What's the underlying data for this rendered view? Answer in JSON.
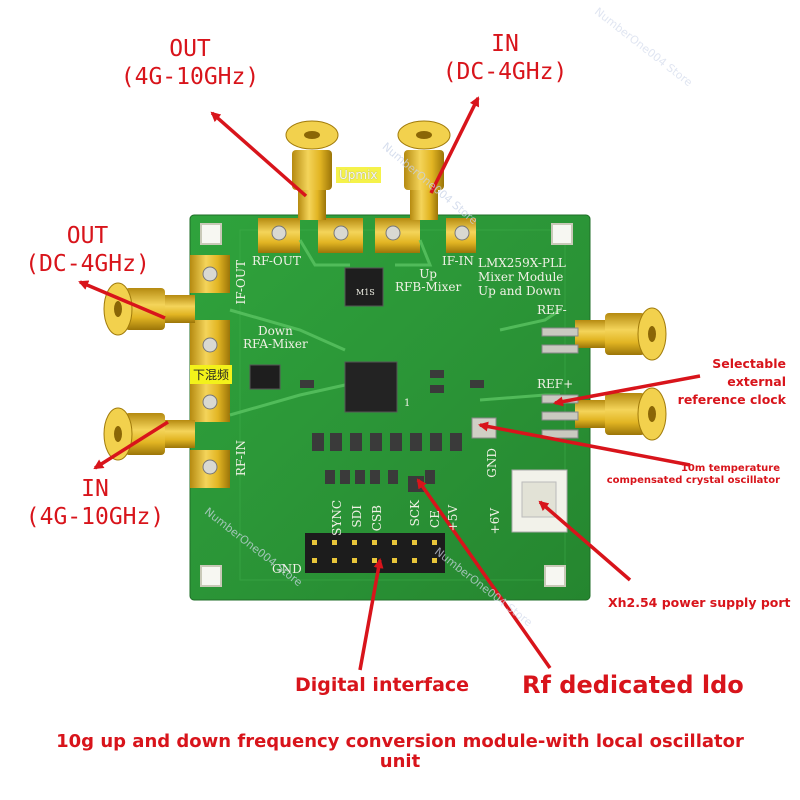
{
  "labels": {
    "out_high": [
      "OUT",
      "(4G-10GHz)"
    ],
    "in_low": [
      "IN",
      "(DC-4GHz)"
    ],
    "out_low": [
      "OUT",
      "(DC-4GHz)"
    ],
    "in_high": [
      "IN",
      "(4G-10GHz)"
    ],
    "ref_clock": [
      "Selectable",
      "external",
      "reference clock"
    ],
    "tcxo": [
      "10m temperature",
      "compensated crystal oscillator"
    ],
    "power_port": "Xh2.54 power supply port",
    "digital": "Digital interface",
    "ldo": "Rf dedicated ldo",
    "caption": [
      "10g up and down frequency conversion module-with local oscillator",
      "unit"
    ]
  },
  "silkscreen": {
    "rf_out": "RF-OUT",
    "if_in": "IF-IN",
    "if_out": "IF-OUT",
    "rf_in": "RF-IN",
    "title": [
      "LMX259X-PLL",
      "Mixer Module",
      "Up and Down"
    ],
    "up_mixer": [
      "Up",
      "RFB-Mixer"
    ],
    "down_mixer": [
      "Down",
      "RFA-Mixer"
    ],
    "ref_minus": "REF-",
    "ref_plus": "REF+",
    "gnd": "GND",
    "plus6v": "+6V",
    "pins": [
      "SYNC",
      "SDI",
      "CSB",
      "SCK",
      "CE",
      "+5V"
    ],
    "gnd_pin": "GND",
    "upmix_tag": "Upmix",
    "downmix_tag": "下混频",
    "chip_pll": "1",
    "chip_mixer": "M1S"
  },
  "watermark": "NumberOne004 Store",
  "colors": {
    "label_red": "#d8141b",
    "pcb_green": "#2f9a3a",
    "gold": "#e0b51e"
  }
}
